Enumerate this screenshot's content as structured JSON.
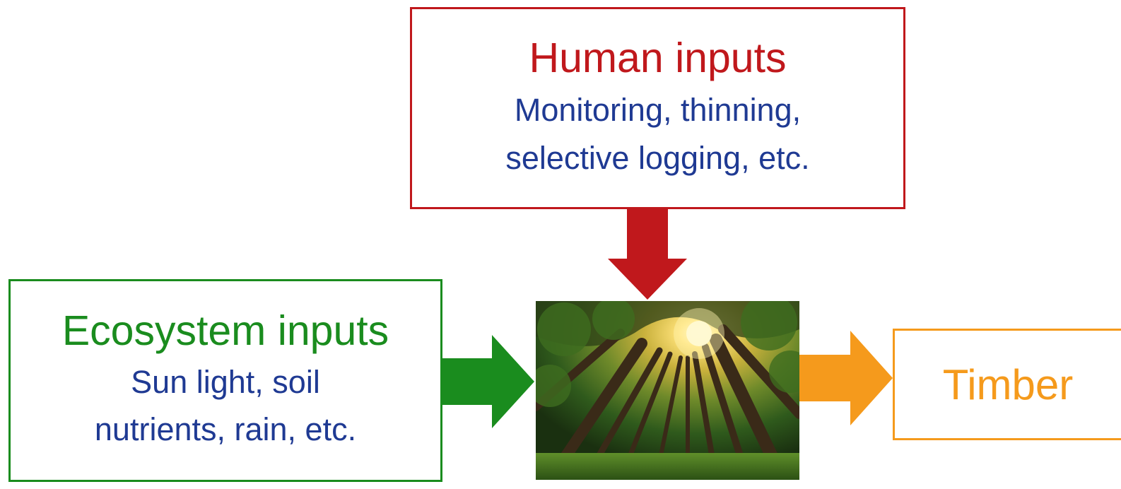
{
  "human_inputs": {
    "title": "Human inputs",
    "detail_line1": "Monitoring, thinning,",
    "detail_line2": "selective logging, etc."
  },
  "ecosystem_inputs": {
    "title": "Ecosystem inputs",
    "detail_line1": "Sun light, soil",
    "detail_line2": "nutrients, rain, etc."
  },
  "output": {
    "title": "Timber"
  },
  "colors": {
    "human": "#c0181c",
    "ecosystem": "#1a8c1e",
    "output": "#f59a1c",
    "detail_text": "#1f3a93"
  },
  "icons": {
    "center_image": "forest-canopy-image",
    "human_arrow": "arrow-down-icon",
    "ecosystem_arrow": "arrow-right-icon",
    "output_arrow": "arrow-right-icon"
  }
}
